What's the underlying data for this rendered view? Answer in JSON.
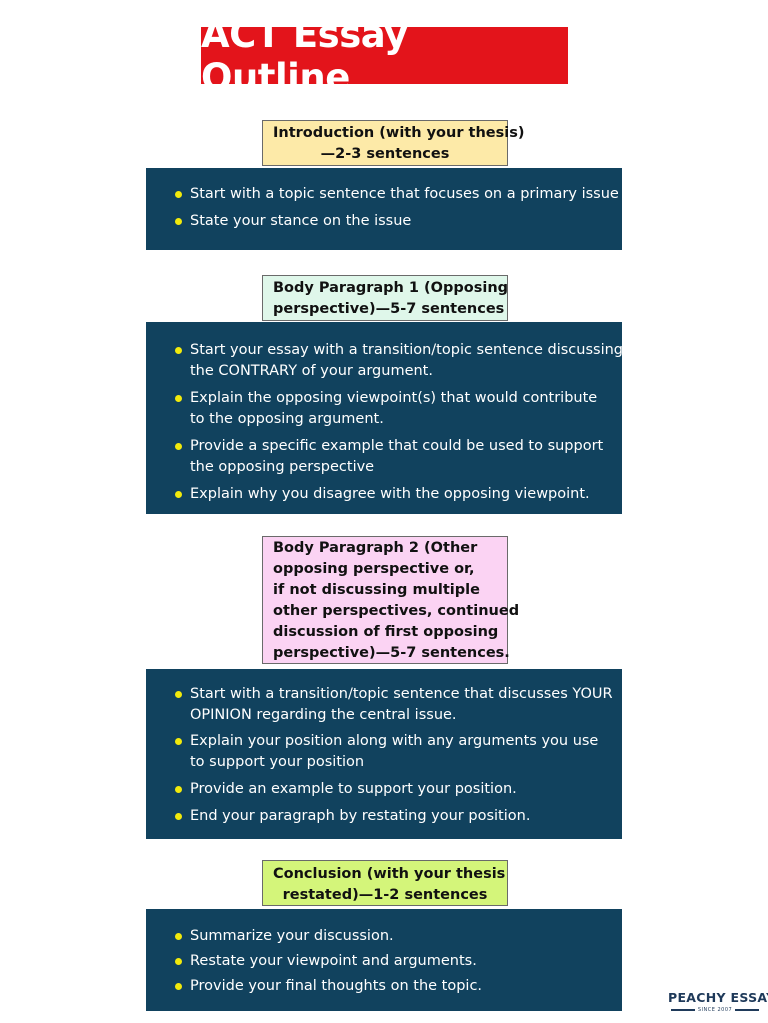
{
  "title": "ACT Essay Outline",
  "colors": {
    "title_bg": "#e3141b",
    "panel_bg": "#11425e",
    "bullet": "#f2ea0c",
    "intro_label_bg": "#fdeaa8",
    "body1_label_bg": "#dff7ea",
    "body2_label_bg": "#fbd3f3",
    "conclusion_label_bg": "#d4f57a"
  },
  "sections": [
    {
      "label_lines": [
        "Introduction (with your thesis)",
        "—2-3 sentences"
      ],
      "items": [
        [
          "Start with a topic sentence that focuses on a primary issue"
        ],
        [
          "State your stance on the issue"
        ]
      ]
    },
    {
      "label_lines": [
        "Body Paragraph 1 (Opposing",
        "perspective)—5-7 sentences"
      ],
      "items": [
        [
          "Start your essay with a transition/topic sentence discussing",
          "the CONTRARY of your argument."
        ],
        [
          "Explain the opposing viewpoint(s) that would contribute",
          "to the opposing argument."
        ],
        [
          "Provide a specific example that could be used to support",
          "the opposing perspective"
        ],
        [
          "Explain why you disagree with the opposing viewpoint."
        ]
      ]
    },
    {
      "label_lines": [
        "Body Paragraph 2 (Other",
        "opposing perspective or,",
        "if not discussing multiple",
        "other perspectives, continued",
        "discussion of first opposing",
        "perspective)—5-7 sentences."
      ],
      "items": [
        [
          "Start with a transition/topic sentence that discusses YOUR",
          "OPINION regarding the central issue."
        ],
        [
          "Explain your position along with any arguments you use",
          "to support your position"
        ],
        [
          "Provide an example to support your position."
        ],
        [
          "End your paragraph by restating your position."
        ]
      ]
    },
    {
      "label_lines": [
        "Conclusion (with your thesis",
        "restated)—1-2 sentences"
      ],
      "items": [
        [
          "Summarize your discussion."
        ],
        [
          "Restate your viewpoint and arguments."
        ],
        [
          "Provide your final thoughts on the topic."
        ]
      ]
    }
  ],
  "logo": {
    "name": "PEACHY ESSAY",
    "tagline": "SINCE 2007"
  }
}
